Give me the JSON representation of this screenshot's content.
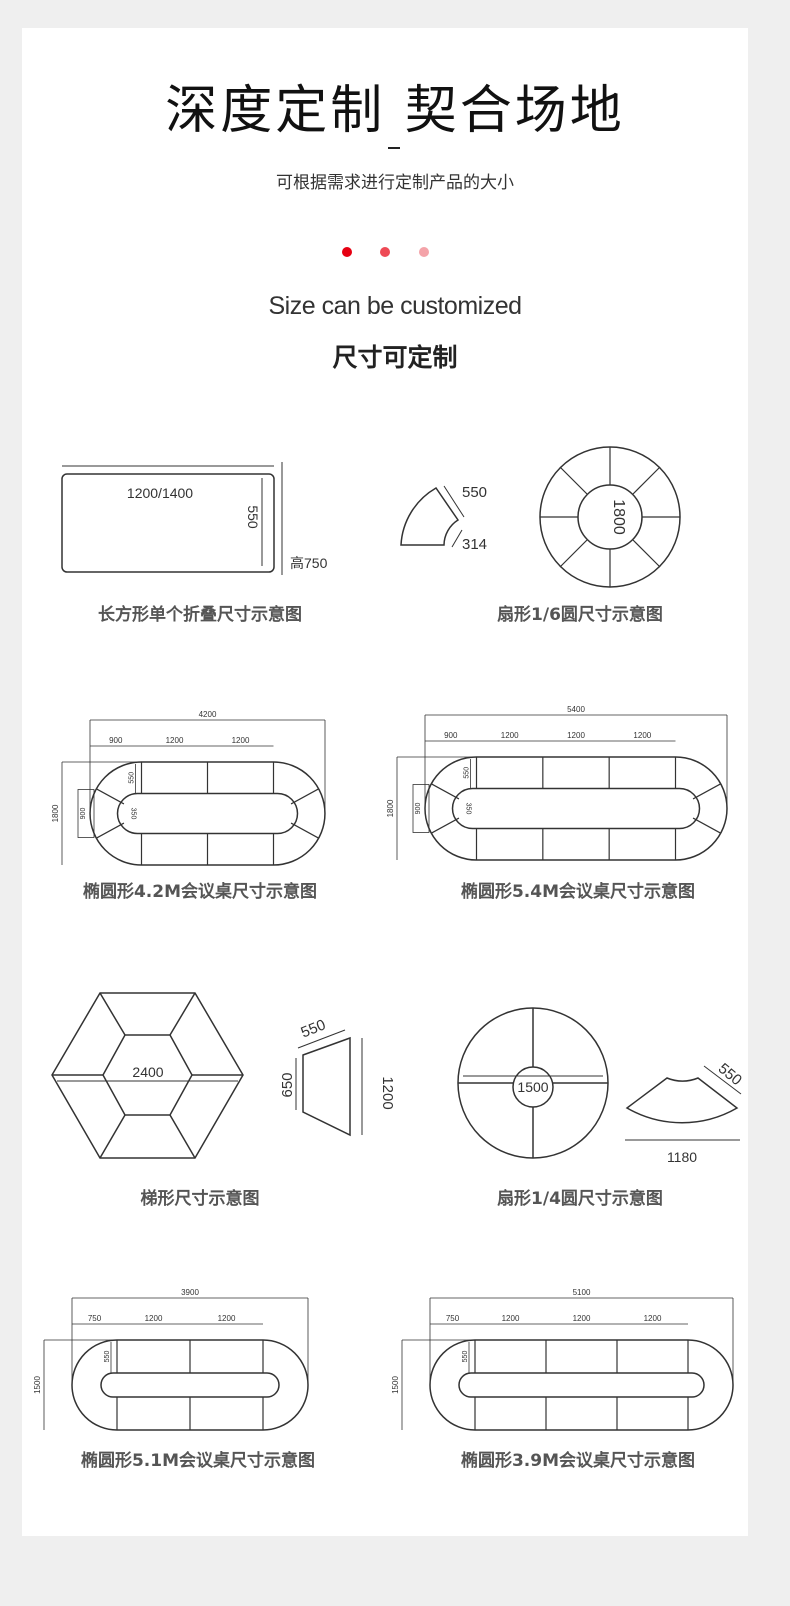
{
  "header": {
    "title": "深度定制 契合场地",
    "subtitle": "可根据需求进行定制产品的大小",
    "dot_colors": [
      "#e60012",
      "#ee4a55",
      "#f4a3a9"
    ],
    "en_title": "Size can be customized",
    "cn_title": "尺寸可定制"
  },
  "diagrams": {
    "rect": {
      "caption": "长方形单个折叠尺寸示意图",
      "width": "1200/1400",
      "depth": "550",
      "height": "高750"
    },
    "sector6": {
      "caption": "扇形1/6圆尺寸示意图",
      "outer": "550",
      "inner": "314",
      "diameter": "1800"
    },
    "oval42": {
      "caption": "椭圆形4.2M会议桌尺寸示意图",
      "total": "4200",
      "segs": [
        "900",
        "1200",
        "1200"
      ],
      "depth": "550",
      "inner": "350",
      "height": "1800",
      "end": "900"
    },
    "oval54": {
      "caption": "椭圆形5.4M会议桌尺寸示意图",
      "total": "5400",
      "segs": [
        "900",
        "1200",
        "1200",
        "1200"
      ],
      "depth": "550",
      "inner": "350",
      "height": "1800",
      "end": "900"
    },
    "hex": {
      "caption": "梯形尺寸示意图",
      "diameter": "2400",
      "top": "550",
      "side": "650",
      "long": "1200"
    },
    "sector4": {
      "caption": "扇形1/4圆尺寸示意图",
      "inner_d": "1500",
      "depth": "550",
      "arc": "1180"
    },
    "oval51": {
      "caption": "椭圆形5.1M会议桌尺寸示意图",
      "total": "3900",
      "segs": [
        "750",
        "1200",
        "1200"
      ],
      "depth": "550",
      "height": "1500"
    },
    "oval39": {
      "caption": "椭圆形3.9M会议桌尺寸示意图",
      "total": "5100",
      "segs": [
        "750",
        "1200",
        "1200",
        "1200"
      ],
      "depth": "550",
      "height": "1500"
    }
  }
}
